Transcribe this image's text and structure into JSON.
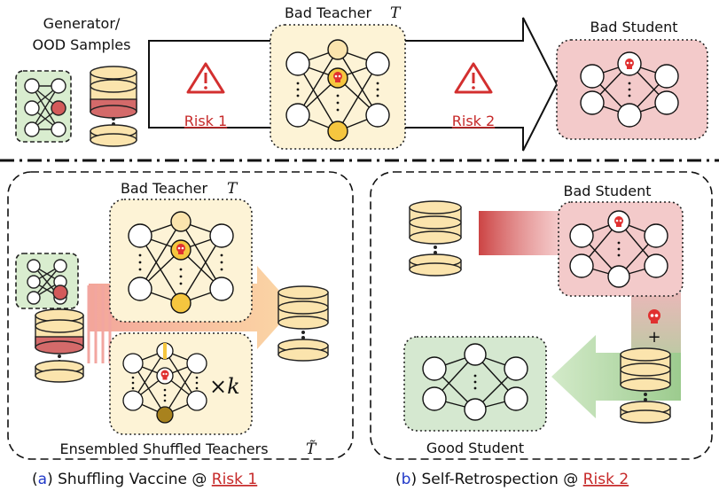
{
  "top": {
    "generator_label_line1": "Generator/",
    "generator_label_line2": "OOD Samples",
    "bad_teacher_label": "Bad Teacher",
    "teacher_symbol": "T",
    "bad_student_label": "Bad Student",
    "risk1": "Risk 1",
    "risk2": "Risk 2"
  },
  "panel_a": {
    "bad_teacher_label": "Bad Teacher",
    "teacher_symbol": "T",
    "times_k": "×k",
    "ensembled_label": "Ensembled Shuffled Teachers",
    "ensembled_symbol": "T̃",
    "caption_letter": "a",
    "caption_text": "Shuffling Vaccine @",
    "caption_risk": "Risk 1"
  },
  "panel_b": {
    "bad_student_label": "Bad Student",
    "good_student_label": "Good Student",
    "plus": "+",
    "caption_letter": "b",
    "caption_text": "Self-Retrospection @",
    "caption_risk": "Risk 2"
  },
  "colors": {
    "teacher_bg": "#fdf3d6",
    "student_bad_bg": "#f3caca",
    "student_good_bg": "#d5e8d0",
    "generator_bg": "#d9edcf",
    "db_fill": "#fbe4ad",
    "db_band": "#d46a6a",
    "risk_red": "#c62828",
    "skull": "#e03030",
    "node_yellow": "#f5c63f",
    "caption_letter_blue": "#2038c8"
  },
  "icons": [
    "warning-icon",
    "skull-icon",
    "database-icon",
    "neural-network-icon",
    "arrow-icon"
  ]
}
